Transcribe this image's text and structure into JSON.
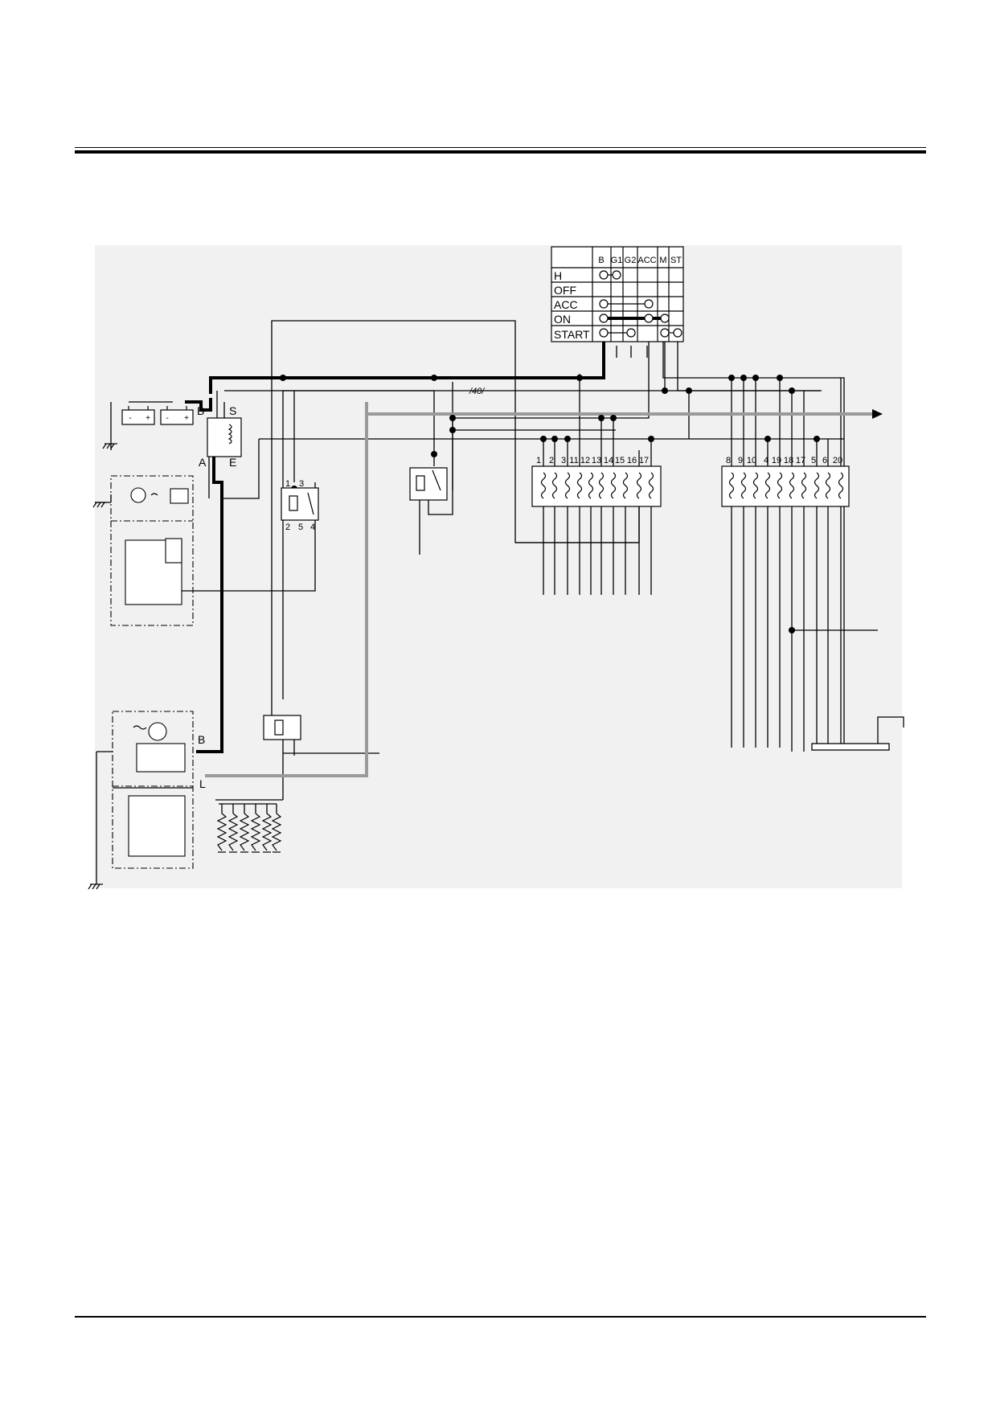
{
  "key_switch": {
    "columns": [
      "B",
      "G1",
      "G2",
      "ACC",
      "M",
      "ST"
    ],
    "positions": [
      "H",
      "OFF",
      "ACC",
      "ON",
      "START"
    ]
  },
  "battery_terminals": [
    "-",
    "+",
    "-",
    "+"
  ],
  "terminal_labels": {
    "relay_b": "B",
    "relay_s": "S",
    "relay_a": "A",
    "relay_e": "E",
    "alt_b": "B",
    "alt_l": "L"
  },
  "wire_marker": "/40/",
  "relay_pins": [
    "1",
    "3",
    "2",
    "5",
    "4"
  ],
  "fuse_box_left": [
    "1",
    "2",
    "3",
    "11",
    "12",
    "13",
    "14",
    "15",
    "16",
    "17"
  ],
  "fuse_box_right": [
    "8",
    "9",
    "10",
    "4",
    "19",
    "18",
    "17",
    "5",
    "6",
    "20"
  ],
  "colors": {
    "line": "#000000",
    "highlight": "#9a9a9a",
    "background": "#ffffff"
  }
}
